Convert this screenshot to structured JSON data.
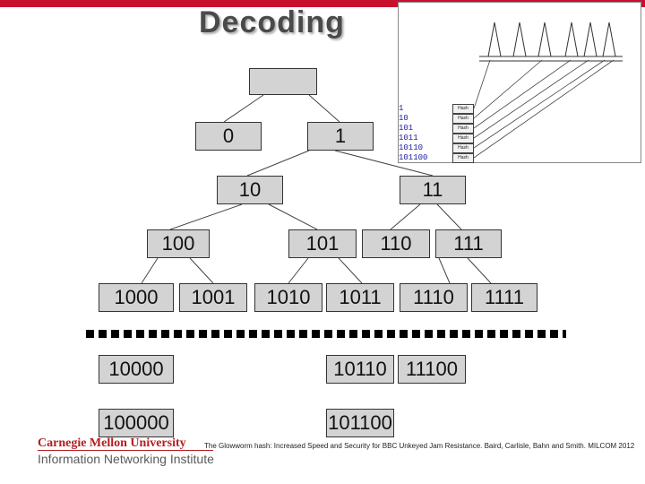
{
  "title": "Decoding",
  "tree": {
    "root": "",
    "level1": [
      "0",
      "1"
    ],
    "level2": [
      "10",
      "11"
    ],
    "level3": [
      "100",
      "101",
      "110",
      "111"
    ],
    "level4": [
      "1000",
      "1001",
      "1010",
      "1011",
      "1110",
      "1111"
    ],
    "level5": [
      "10000",
      "10110",
      "11100"
    ],
    "level6": [
      "100000",
      "101100"
    ]
  },
  "inset": {
    "codes": [
      "1",
      "10",
      "101",
      "1011",
      "10110",
      "101100"
    ],
    "hash_label": "Hash"
  },
  "institution": {
    "line1": "Carnegie Mellon University",
    "line2": "Information Networking Institute"
  },
  "citation": "The Glowworm hash: Increased Speed and Security for BBC Unkeyed Jam Resistance. Baird, Carlisle, Bahn and Smith. MILCOM 2012",
  "colors": {
    "node_fill": "#d3d3d3",
    "accent": "#c8102e",
    "code_text": "#1a1aa0"
  }
}
